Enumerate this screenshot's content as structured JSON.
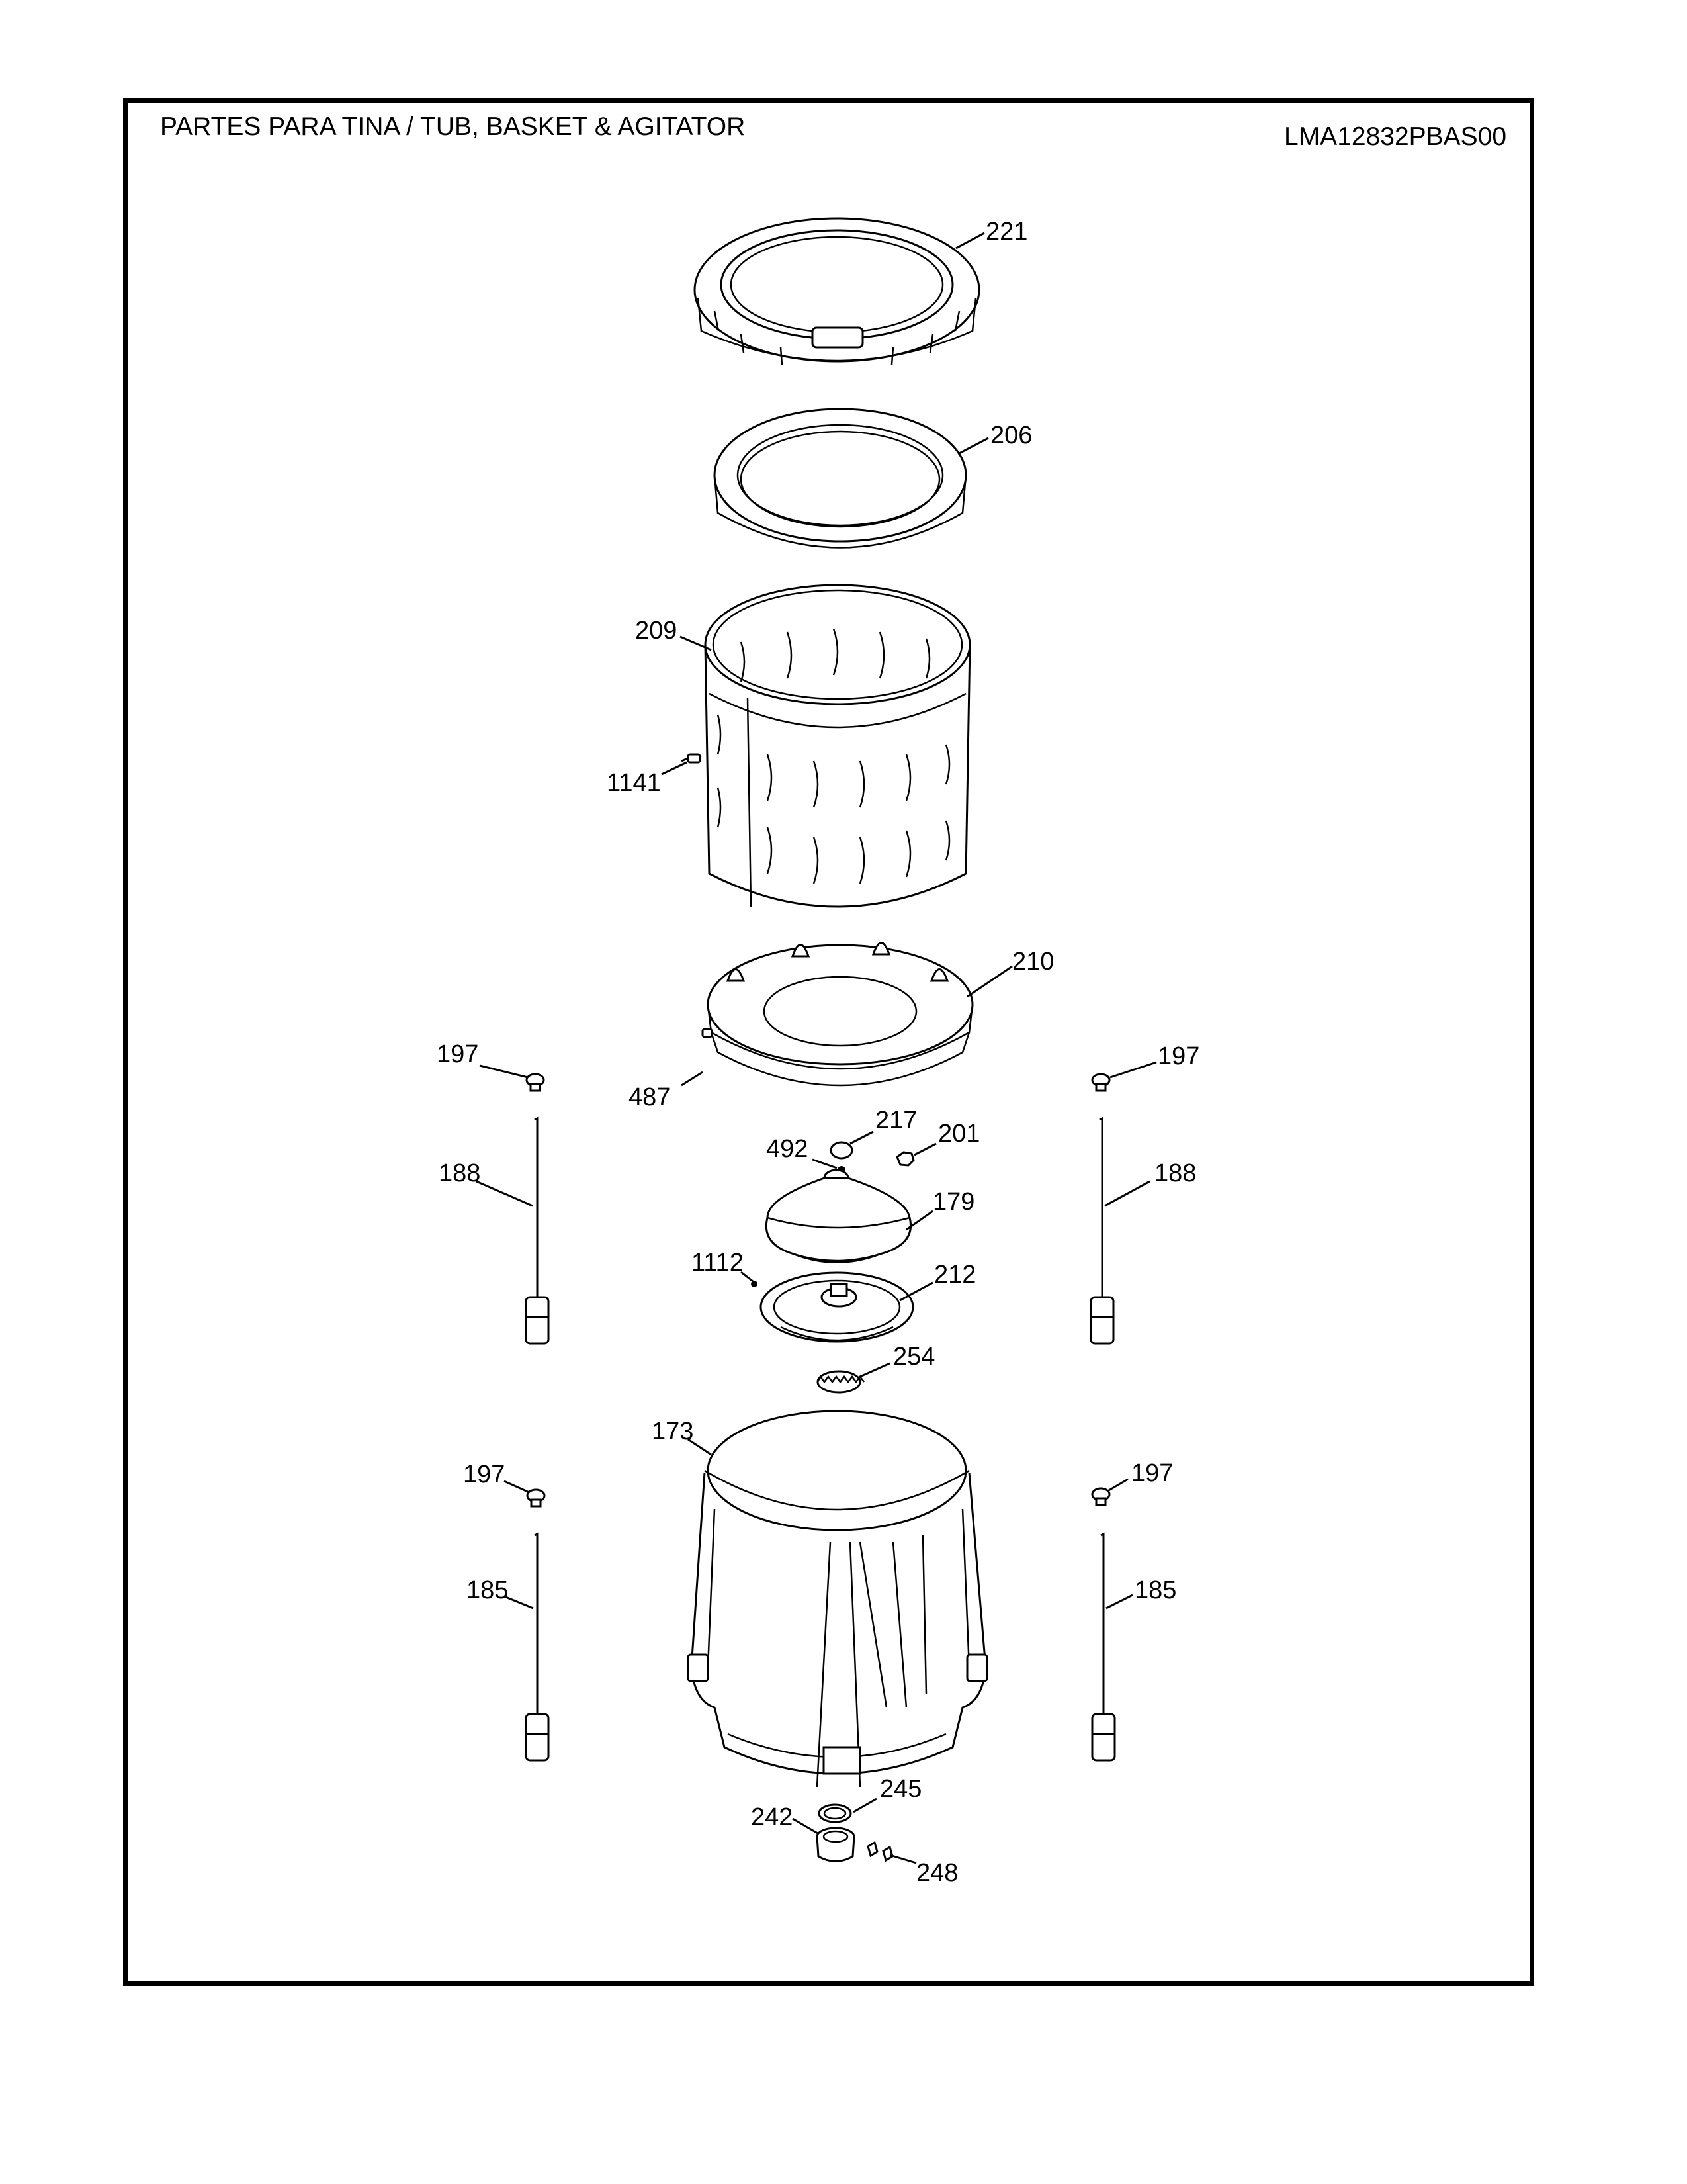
{
  "header": {
    "title": "PARTES PARA TINA  /  TUB, BASKET & AGITATOR",
    "model": "LMA12832PBAS00"
  },
  "callouts": {
    "c221": "221",
    "c206": "206",
    "c209": "209",
    "c1141": "1141",
    "c210": "210",
    "c197_ul": "197",
    "c197_ur": "197",
    "c487": "487",
    "c217": "217",
    "c492": "492",
    "c201": "201",
    "c188_l": "188",
    "c188_r": "188",
    "c179": "179",
    "c1112": "1112",
    "c212": "212",
    "c254": "254",
    "c173": "173",
    "c197_ll": "197",
    "c197_lr": "197",
    "c185_l": "185",
    "c185_r": "185",
    "c245": "245",
    "c242": "242",
    "c248": "248"
  }
}
